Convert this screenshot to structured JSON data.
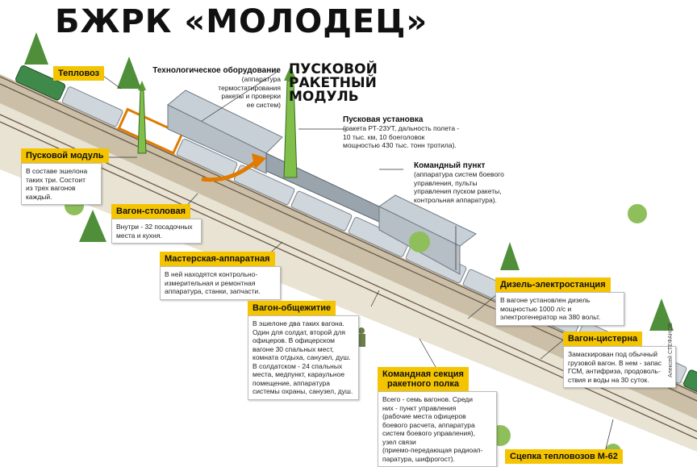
{
  "title": "БЖРК «МОЛОДЕЦ»",
  "module_title": [
    "ПУСКОВОЙ",
    "РАКЕТНЫЙ",
    "МОДУЛЬ"
  ],
  "credit": "Алексей СТЕФАНОВ",
  "colors": {
    "accent": "#f4c400",
    "accent_line": "#e07b00",
    "wagon": "#cfd6dc",
    "wagon_green": "#3f8a4a",
    "rail": "#6b5a4a",
    "tree": "#4f8f3a"
  },
  "callouts": {
    "teplovoz": {
      "title": "Тепловоз"
    },
    "launch": {
      "title": "Пусковой модуль",
      "text": [
        "В составе эшелона",
        "таких три. Состоит",
        "из трех вагонов",
        "каждый."
      ]
    },
    "dining": {
      "title": "Вагон-столовая",
      "text": [
        "Внутри - 32 посадочных",
        "места и кухня."
      ]
    },
    "workshop": {
      "title": "Мастерская-аппаратная",
      "text": [
        "В ней находятся контрольно-",
        "измерительная и ремонтная",
        "аппаратура, станки, запчасти."
      ]
    },
    "dorm": {
      "title": "Вагон-общежитие",
      "text": [
        "В эшелоне два таких вагона.",
        "Один для солдат, второй для",
        "офицеров. В офицерском",
        "вагоне 30 спальных мест,",
        "комната отдыха, санузел, душ.",
        "В солдатском - 24 спальных",
        "места, медпункт, караульное",
        "помещение, аппаратура",
        "системы охраны, санузел, душ."
      ]
    },
    "command": {
      "title": [
        "Командная секция",
        "ракетного полка"
      ],
      "text": [
        "Всего - семь вагонов. Среди",
        "них - пункт управления",
        "(рабочие места офицеров",
        "боевого расчета, аппаратура",
        "систем боевого управления),",
        "узел связи",
        "(приемо-передающая радиоап-",
        "паратура, шифрогост)."
      ]
    },
    "diesel": {
      "title": "Дизель-электростанция",
      "text": [
        "В вагоне установлен дизель",
        "мощностью 1000 л/с и",
        "электрогенератор на 380 вольт."
      ]
    },
    "tank": {
      "title": "Вагон-цистерна",
      "text": [
        "Замаскирован под обычный",
        "грузовой вагон. В нем - запас",
        "ГСМ, антифриза, продоволь-",
        "ствия и воды на 30 суток."
      ]
    },
    "coupling": {
      "title": "Сцепка тепловозов М-62"
    }
  },
  "labels": {
    "tech": {
      "title": "Технологическое оборудование",
      "text": [
        "(аппаратура",
        "термостатирования",
        "ракеты и проверки",
        "ее систем)"
      ]
    },
    "launcher": {
      "title": "Пусковая установка",
      "text": [
        "(ракета РТ-23УТ, дальность полета -",
        "10 тыс. км, 10 боеголовок",
        "мощностью 430 тыс. тонн тротила)."
      ]
    },
    "cmdpoint": {
      "title": "Командный пункт",
      "text": [
        "(аппаратура систем боевого",
        "управления, пульты",
        "управления пуском ракеты,",
        "контрольная аппаратура)."
      ]
    }
  }
}
